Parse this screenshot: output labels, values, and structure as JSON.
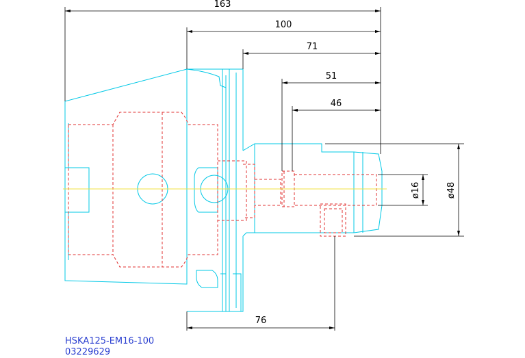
{
  "drawing": {
    "part_name": "HSKA125-EM16-100",
    "part_number": "03229629",
    "dimensions": {
      "overall_length": "163",
      "length_from_flange": "100",
      "length_from_collar": "71",
      "length_51": "51",
      "length_46": "46",
      "bottom_length": "76",
      "bore_diameter": "ø16",
      "body_diameter": "ø48"
    },
    "colors": {
      "outline": "#00c8e6",
      "hidden": "#e03030",
      "centerline": "#f0e040",
      "dimension": "#000000",
      "title_text": "#2a3fd0"
    }
  }
}
